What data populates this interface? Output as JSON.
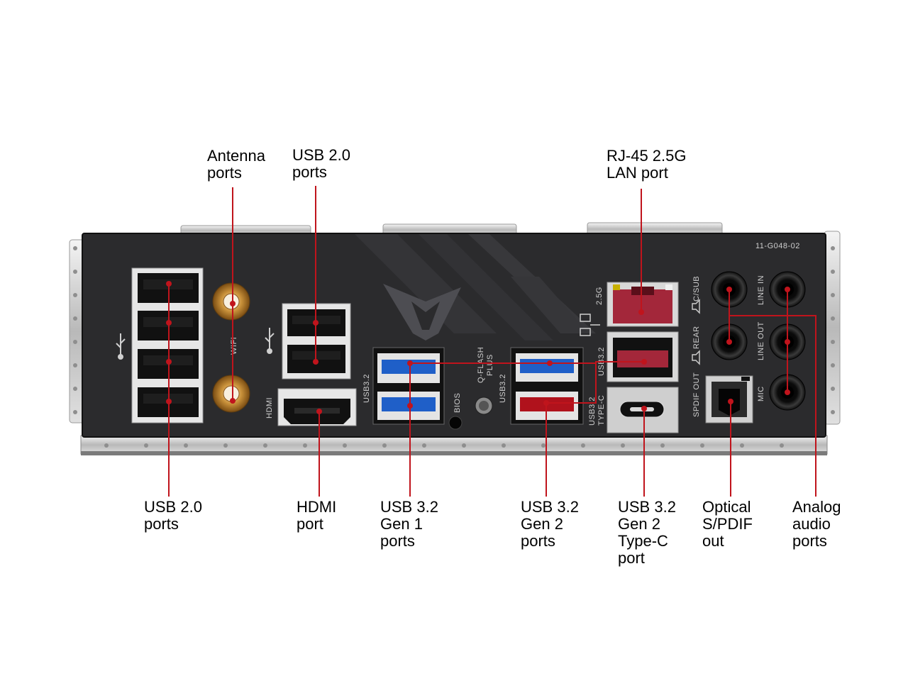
{
  "panel": {
    "part_code": "11-G048-02",
    "silkscreen": {
      "wifi": "WIFI",
      "hdmi": "HDMI",
      "usb32_left": "USB3.2",
      "q_flash_1": "Q-FLASH",
      "q_flash_2": "PLUS",
      "usb32_mid": "USB3.2",
      "bios": "BIOS",
      "lan_speed": "2.5G",
      "usb32_typec_1": "USB3.2",
      "usb32_typec_2": "TYPE-C",
      "usb32_right": "USB3.2",
      "spdif_out": "SPDIF OUT",
      "rear": "REAR",
      "c_sub": "C/SUB",
      "line_in": "LINE IN",
      "line_out": "LINE OUT",
      "mic": "MIC"
    }
  },
  "colors": {
    "leader_line": "#c0141c",
    "panel": "#2b2b2d",
    "usb_gen1": "#1f5fc8",
    "usb_gen2": "#b0121c",
    "lan": "#a3273a",
    "antenna": "#c9913a"
  },
  "callouts": {
    "antenna": [
      "Antenna",
      "ports"
    ],
    "usb20_top": [
      "USB 2.0",
      "ports"
    ],
    "rj45": [
      "RJ-45 2.5G",
      "LAN port"
    ],
    "usb20_bottom": [
      "USB 2.0",
      "ports"
    ],
    "hdmi": [
      "HDMI",
      "port"
    ],
    "usb32_gen1": [
      "USB 3.2",
      "Gen 1",
      "ports"
    ],
    "usb32_gen2": [
      "USB 3.2",
      "Gen 2",
      "ports"
    ],
    "usb32_typec": [
      "USB 3.2",
      "Gen 2",
      "Type-C",
      "port"
    ],
    "optical": [
      "Optical",
      "S/PDIF",
      "out"
    ],
    "analog": [
      "Analog",
      "audio",
      "ports"
    ]
  }
}
